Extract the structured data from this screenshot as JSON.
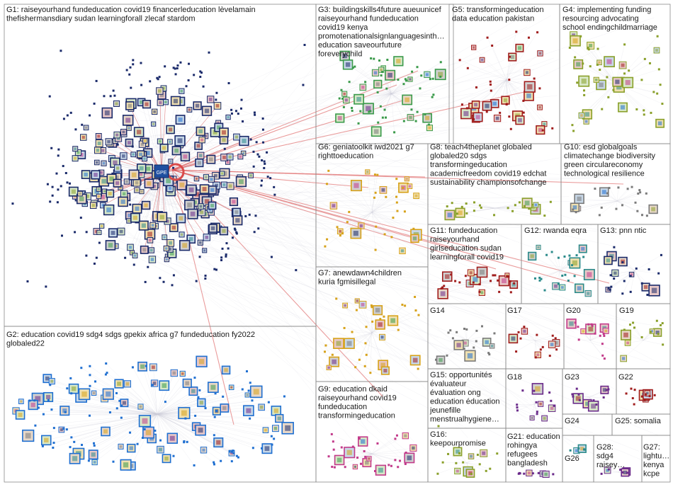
{
  "groups": [
    {
      "id": "G1",
      "lines": [
        "G1: raiseyourhand fundeducation covid19 financerleducation lèvelamain",
        "thefishermansdiary sudan learningforall zlecaf stardom"
      ]
    },
    {
      "id": "G2",
      "lines": [
        "G2: education covid19 sdg4 sdgs gpekix africa g7 fundeducation fy2022",
        "globaled22"
      ]
    },
    {
      "id": "G3",
      "lines": [
        "G3: buildingskills4future aueuunicef",
        "raiseyourhand fundeducation",
        "covid19 kenya",
        "promotenationalsignlanguagesinth…",
        "education saveourfuture",
        "foreverychild"
      ]
    },
    {
      "id": "G5",
      "lines": [
        "G5: transformingeducation",
        "data education pakistan"
      ]
    },
    {
      "id": "G4",
      "lines": [
        "G4: implementing funding",
        "resourcing advocating",
        "school endingchildmarriage"
      ]
    },
    {
      "id": "G6",
      "lines": [
        "G6: geniatoolkit iwd2021 g7",
        "righttoeducation"
      ]
    },
    {
      "id": "G8",
      "lines": [
        "G8: teach4theplanet globaled",
        "globaled20 sdgs",
        "transformingeducation",
        "academicfreedom covid19 edchat",
        "sustainability championsofchange"
      ]
    },
    {
      "id": "G10",
      "lines": [
        "G10: esd globalgoals",
        "climatechange biodiversity",
        "green circulareconomy",
        "technological resilience"
      ]
    },
    {
      "id": "G11",
      "lines": [
        "G11: fundeducation",
        "raiseyourhand",
        "girlseducation sudan",
        "learningforall covid19"
      ]
    },
    {
      "id": "G12",
      "lines": [
        "G12: rwanda eqra"
      ]
    },
    {
      "id": "G13",
      "lines": [
        "G13: pnn ntic"
      ]
    },
    {
      "id": "G7",
      "lines": [
        "G7: anewdawn4children",
        "kuria fgmisillegal"
      ]
    },
    {
      "id": "G14",
      "lines": [
        "G14"
      ]
    },
    {
      "id": "G17",
      "lines": [
        "G17"
      ]
    },
    {
      "id": "G20",
      "lines": [
        "G20"
      ]
    },
    {
      "id": "G19",
      "lines": [
        "G19"
      ]
    },
    {
      "id": "G9",
      "lines": [
        "G9: education dkaid",
        "raiseyourhand covid19",
        "fundeducation",
        "transformingeducation"
      ]
    },
    {
      "id": "G15",
      "lines": [
        "G15: opportunités",
        "évaluateur",
        "évaluation ong",
        "education éducation",
        "jeunefille",
        "menstrualhygiene…"
      ]
    },
    {
      "id": "G18",
      "lines": [
        "G18"
      ]
    },
    {
      "id": "G23",
      "lines": [
        "G23"
      ]
    },
    {
      "id": "G22",
      "lines": [
        "G22"
      ]
    },
    {
      "id": "G24",
      "lines": [
        "G24"
      ]
    },
    {
      "id": "G25",
      "lines": [
        "G25: somalia"
      ]
    },
    {
      "id": "G16",
      "lines": [
        "G16:",
        "keepourpromise"
      ]
    },
    {
      "id": "G21",
      "lines": [
        "G21: education",
        "rohingya",
        "refugees",
        "bangladesh"
      ]
    },
    {
      "id": "G26",
      "lines": [
        "G26"
      ]
    },
    {
      "id": "G28",
      "lines": [
        "G28:",
        "sdg4",
        "raisey…"
      ]
    },
    {
      "id": "G27",
      "lines": [
        "G27:",
        "lightu…",
        "kenya",
        "kcpe"
      ]
    }
  ],
  "center_labels": [
    "GPE"
  ],
  "colors": {
    "panel_border": "#8a8a8a",
    "edge_gray": "#c9c9d6",
    "edge_red": "#d94a4a",
    "node_navy": "#1a2a6a",
    "node_blue": "#1f6fd1",
    "node_green": "#3a9a4a",
    "node_darkred": "#a01c1c",
    "node_olive": "#8aa02a",
    "node_gold": "#d7a21a",
    "node_purple": "#6a2a8a",
    "node_teal": "#2a8a8a",
    "node_pink": "#c23a8a",
    "node_gray": "#7a7a7a"
  }
}
